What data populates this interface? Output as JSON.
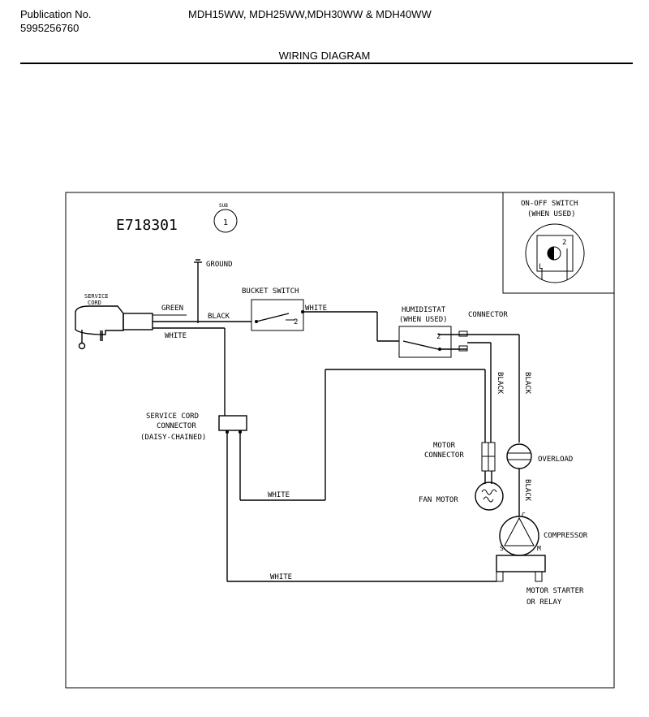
{
  "header": {
    "publication_label": "Publication No.",
    "publication_number": "5995256760",
    "models": "MDH15WW, MDH25WW,MDH30WW & MDH40WW",
    "title": "WIRING DIAGRAM"
  },
  "diagram": {
    "code": "E718301",
    "sub_label": "SUB",
    "sub_number": "1",
    "inset": {
      "title_line1": "ON-OFF SWITCH",
      "title_line2": "(WHEN USED)",
      "terminal_2": "2",
      "terminal_l": "L"
    },
    "labels": {
      "ground": "GROUND",
      "service_cord_1": "SERVICE",
      "service_cord_2": "CORD",
      "green": "GREEN",
      "black_top": "BLACK",
      "white_cord": "WHITE",
      "bucket_switch": "BUCKET SWITCH",
      "bucket_terminal": "2",
      "white_top": "WHITE",
      "humidistat_1": "HUMIDISTAT",
      "humidistat_2": "(WHEN USED)",
      "humidistat_terminal": "2",
      "connector": "CONNECTOR",
      "black_vertical_1": "BLACK",
      "black_vertical_2": "BLACK",
      "service_cord_connector_1": "SERVICE CORD",
      "service_cord_connector_2": "CONNECTOR",
      "service_cord_connector_3": "(DAISY-CHAINED)",
      "motor_connector_1": "MOTOR",
      "motor_connector_2": "CONNECTOR",
      "overload": "OVERLOAD",
      "black_overload": "BLACK",
      "fan_motor": "FAN MOTOR",
      "white_mid": "WHITE",
      "compressor": "COMPRESSOR",
      "terminal_c": "C",
      "terminal_s": "S",
      "terminal_m": "M",
      "white_bottom": "WHITE",
      "motor_starter_1": "MOTOR STARTER",
      "motor_starter_2": "OR RELAY"
    }
  }
}
